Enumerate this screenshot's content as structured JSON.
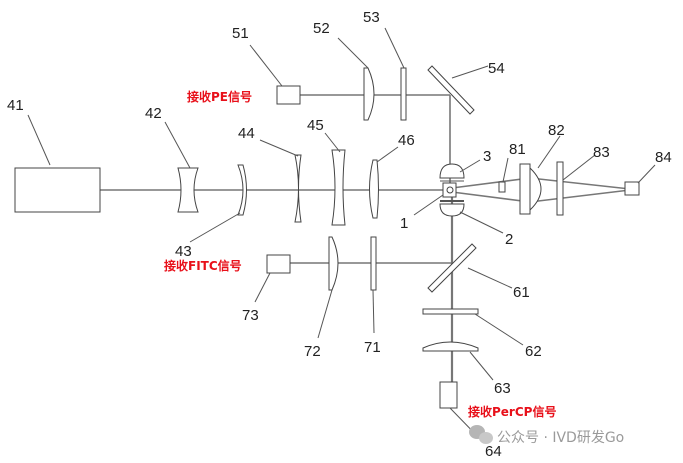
{
  "labels": {
    "l41": "41",
    "l42": "42",
    "l43": "43",
    "l44": "44",
    "l45": "45",
    "l46": "46",
    "l51": "51",
    "l52": "52",
    "l53": "53",
    "l54": "54",
    "l1": "1",
    "l2": "2",
    "l3": "3",
    "l61": "61",
    "l62": "62",
    "l63": "63",
    "l64": "64",
    "l71": "71",
    "l72": "72",
    "l73": "73",
    "l81": "81",
    "l82": "82",
    "l83": "83",
    "l84": "84"
  },
  "signals": {
    "pe": "接收PE信号",
    "fitc": "接收FITC信号",
    "percp": "接收PerCP信号"
  },
  "watermark": "公众号 · IVD研发Go",
  "colors": {
    "signal": "#e8101a",
    "watermark": "#9a9a9a"
  }
}
